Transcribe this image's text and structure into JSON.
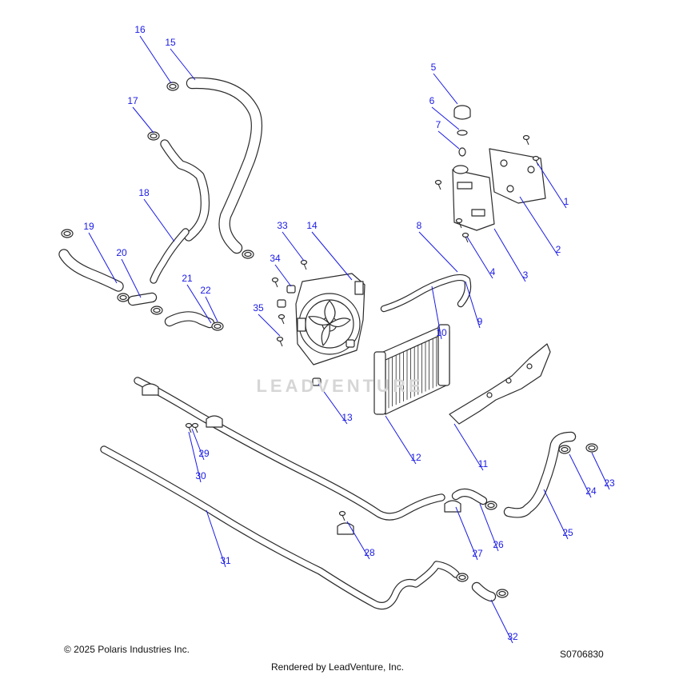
{
  "diagram": {
    "callouts": [
      "1",
      "2",
      "3",
      "4",
      "5",
      "6",
      "7",
      "8",
      "9",
      "10",
      "11",
      "12",
      "13",
      "14",
      "15",
      "16",
      "17",
      "18",
      "19",
      "20",
      "21",
      "22",
      "23",
      "24",
      "25",
      "26",
      "27",
      "28",
      "29",
      "30",
      "31",
      "32",
      "33",
      "34",
      "35"
    ],
    "watermark": "LEADVENTURE",
    "copyright": "© 2025 Polaris Industries Inc.",
    "drawing_id": "S0706830",
    "rendered_by": "Rendered by LeadVenture, Inc."
  }
}
